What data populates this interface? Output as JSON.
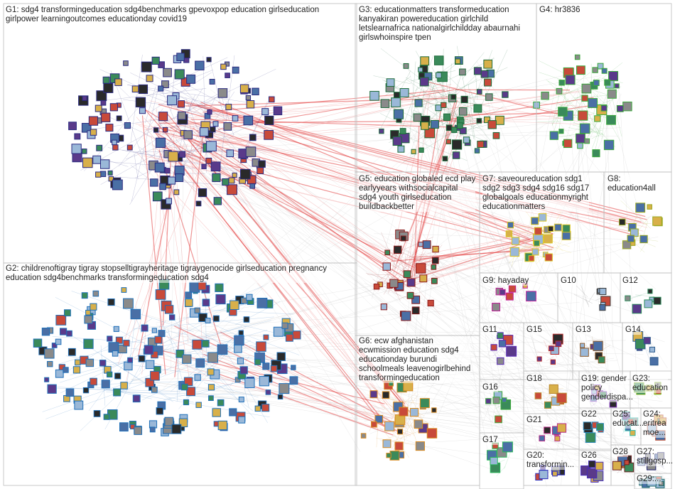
{
  "groups": [
    {
      "id": "G1",
      "label": "G1: sdg4 transformingeducation sdg4benchmarks gpevoxpop education girlseducation\ngirlpower learningoutcomes educationday covid19",
      "color": "#2b2b80"
    },
    {
      "id": "G2",
      "label": "G2: childrenoftigray tigray stopselltigrayheritage tigraygenocide girlseducation pregnancy\neducation sdg4benchmarks transformingeducation sdg4",
      "color": "#1f6fb8"
    },
    {
      "id": "G3",
      "label": "G3: educationmatters transformeducation\nkanyakiran powereducation girlchild\nletslearnafrica nationalgirlchildday abaurnahi\ngirlswhoinspire tpen",
      "color": "#1d6b3a"
    },
    {
      "id": "G4",
      "label": "G4: hr3836",
      "color": "#3aa83a"
    },
    {
      "id": "G5",
      "label": "G5: education globaled ecd play\nearlyyears withsocialcapital\nsdg4 youth girlseducation\nbuildbackbetter",
      "color": "#8b1a1a"
    },
    {
      "id": "G6",
      "label": "G6: ecw afghanistan\necwmission education sdg4\neducationday burundi\nschoolmeals leavenogirlbehind\ntransformingeducation",
      "color": "#d98a1e"
    },
    {
      "id": "G7",
      "label": "G7: saveoureducation sdg1\nsdg2 sdg3 sdg4 sdg16 sdg17\nglobalgoals educationmyright\neducationmatters",
      "color": "#d9c21e"
    },
    {
      "id": "G8",
      "label": "G8:\neducation4all",
      "color": "#9aa81e"
    },
    {
      "id": "G9",
      "label": "G9: hayaday",
      "color": "#c21e9a"
    },
    {
      "id": "G10",
      "label": "G10",
      "color": "#3a3a3a"
    },
    {
      "id": "G11",
      "label": "G11",
      "color": "#5a2bb8"
    },
    {
      "id": "G12",
      "label": "G12",
      "color": "#2b8b5a"
    },
    {
      "id": "G13",
      "label": "G13",
      "color": "#8b5a2b"
    },
    {
      "id": "G14",
      "label": "G14",
      "color": "#2b5a8b"
    },
    {
      "id": "G15",
      "label": "G15",
      "color": "#b82b2b"
    },
    {
      "id": "G16",
      "label": "G16",
      "color": "#3aa83a"
    },
    {
      "id": "G17",
      "label": "G17",
      "color": "#2bb85a"
    },
    {
      "id": "G18",
      "label": "G18",
      "color": "#b8862b"
    },
    {
      "id": "G19",
      "label": "G19: gender\npolicy\ngenderdispa...",
      "color": "#7a2bb8"
    },
    {
      "id": "G20",
      "label": "G20:\ntransformin...",
      "color": "#2b2bb8"
    },
    {
      "id": "G21",
      "label": "G21",
      "color": "#b82b86"
    },
    {
      "id": "G22",
      "label": "G22",
      "color": "#2b86b8"
    },
    {
      "id": "G23",
      "label": "G23:\neducation",
      "color": "#86b82b"
    },
    {
      "id": "G24",
      "label": "G24:\neritrea\nmoe...",
      "color": "#b8452b"
    },
    {
      "id": "G25",
      "label": "G25:\neducat...",
      "color": "#2bb8a8"
    },
    {
      "id": "G26",
      "label": "G26",
      "color": "#452bb8"
    },
    {
      "id": "G27",
      "label": "G27:\nstillgosp...",
      "color": "#1e1e6a"
    },
    {
      "id": "G28",
      "label": "G28",
      "color": "#6a1e1e"
    },
    {
      "id": "G29",
      "label": "G29:...",
      "color": "#1e6a6a"
    }
  ]
}
